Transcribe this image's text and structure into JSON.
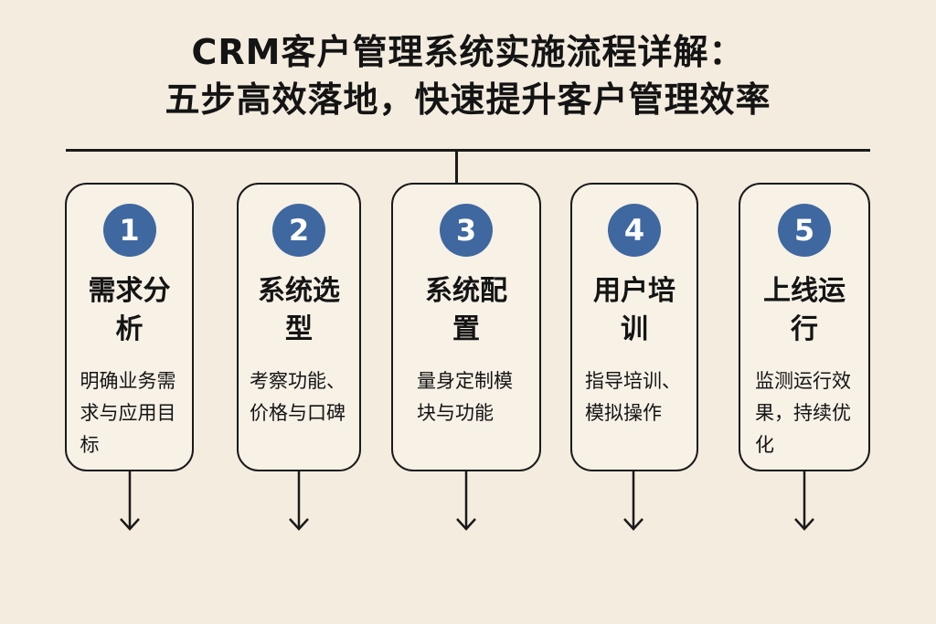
{
  "title_line1": "CRM客户管理系统实施流程详解：",
  "title_line2": "五步高效落地，快速提升客户管理效率",
  "accent_color": "#3f68a0",
  "steps": [
    {
      "number": "1",
      "title": "需求分析",
      "desc": "明确业务需求与应用目标"
    },
    {
      "number": "2",
      "title": "系统选型",
      "desc": "考察功能、价格与口碑"
    },
    {
      "number": "3",
      "title": "系统配置",
      "desc": "量身定制模块与功能"
    },
    {
      "number": "4",
      "title": "用户培训",
      "desc": "指导培训、模拟操作"
    },
    {
      "number": "5",
      "title": "上线运行",
      "desc": "监测运行效果，持续优化"
    }
  ]
}
